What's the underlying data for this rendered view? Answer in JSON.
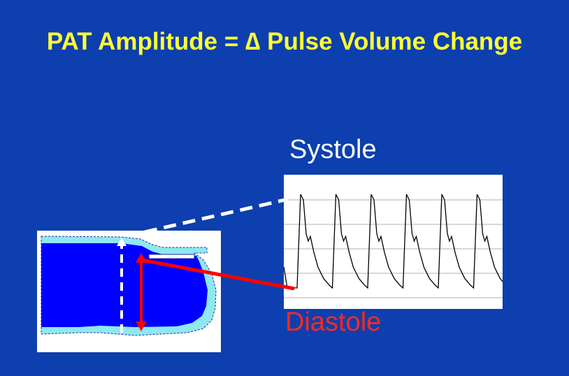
{
  "slide": {
    "title": "PAT Amplitude = ∆ Pulse Volume Change",
    "systole_label": "Systole",
    "diastole_label": "Diastole"
  },
  "colors": {
    "background": "#0d3fae",
    "title": "#ffff33",
    "systole": "#ffffff",
    "diastole": "#ff2a1f",
    "finger_tissue": "#0000ff",
    "finger_outline": "#8fe8f0",
    "arrow": "#ff0000"
  },
  "waveform": {
    "pulse_count": 6
  }
}
